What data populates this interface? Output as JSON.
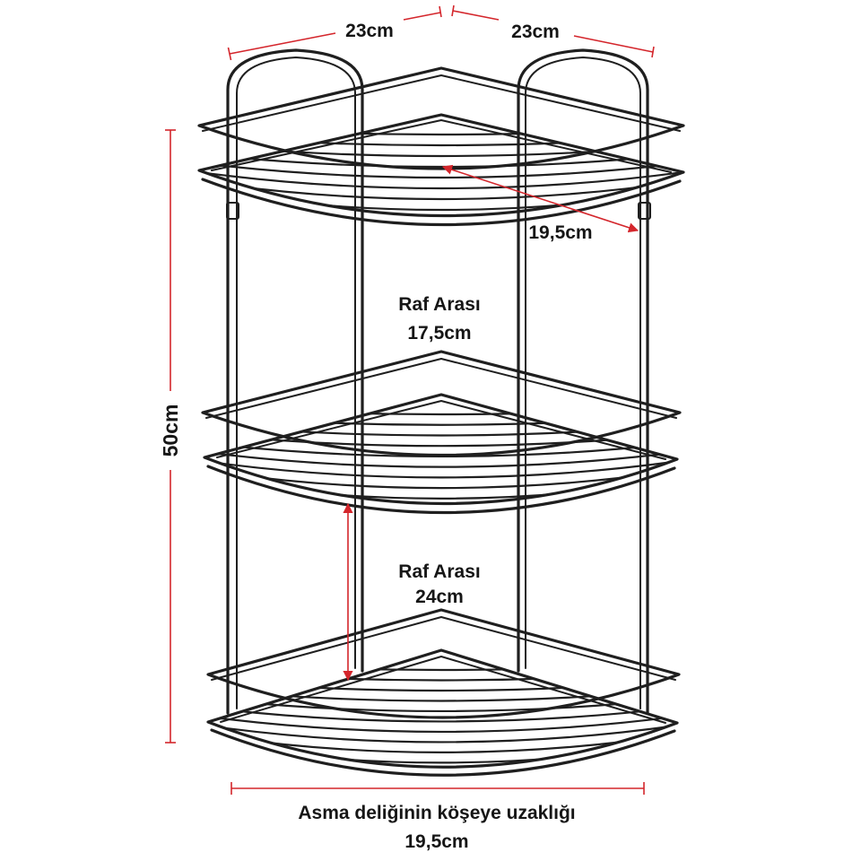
{
  "dimensions": {
    "width_left": "23cm",
    "width_right": "23cm",
    "depth": "19,5cm",
    "height": "50cm"
  },
  "gaps": {
    "upper_label": "Raf Arası",
    "upper_value": "17,5cm",
    "lower_label": "Raf Arası",
    "lower_value": "24cm"
  },
  "hanging": {
    "label": "Asma deliğinin köşeye uzaklığı",
    "value": "19,5cm"
  },
  "colors": {
    "dimension": "#d4262c",
    "wire": "#1f1f1f",
    "background": "#ffffff"
  }
}
